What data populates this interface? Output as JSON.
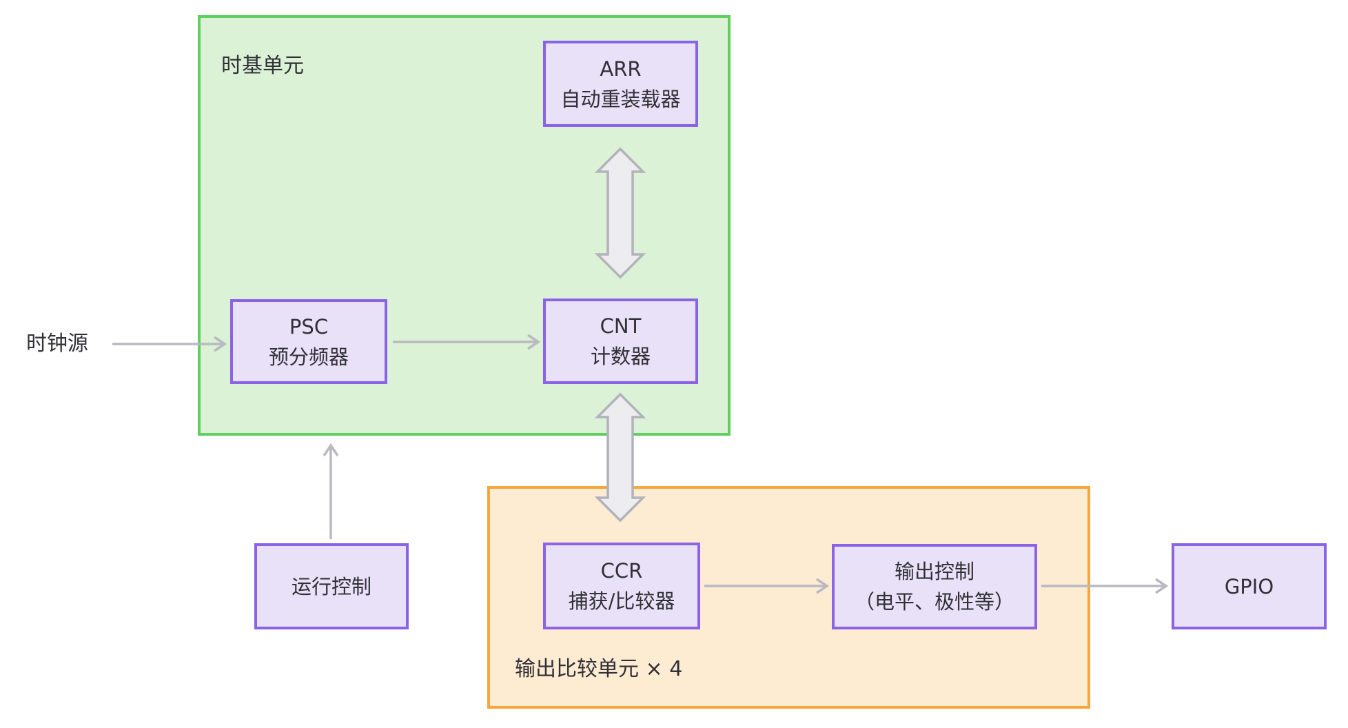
{
  "diagram": {
    "clock_source_label": "时钟源",
    "groups": {
      "timebase": {
        "label": "时基单元"
      },
      "output_compare": {
        "label": "输出比较单元 × 4"
      }
    },
    "nodes": {
      "arr": {
        "line1": "ARR",
        "line2": "自动重装载器"
      },
      "psc": {
        "line1": "PSC",
        "line2": "预分频器"
      },
      "cnt": {
        "line1": "CNT",
        "line2": "计数器"
      },
      "ccr": {
        "line1": "CCR",
        "line2": "捕获/比较器"
      },
      "output_ctrl": {
        "line1": "输出控制",
        "line2": "（电平、极性等）"
      },
      "run_ctrl": {
        "label": "运行控制"
      },
      "gpio": {
        "label": "GPIO"
      }
    },
    "colors": {
      "timebase_fill": "#dbf2d6",
      "timebase_border": "#5fcf5f",
      "output_fill": "#fdebd2",
      "output_border": "#f7a63b",
      "node_fill": "#e9e1f8",
      "node_border": "#8b63e6",
      "arrow": "#b9b9c1",
      "thick_arrow_fill": "#ededf0",
      "thick_arrow_stroke": "#b2b2ba",
      "text": "#303036"
    }
  }
}
